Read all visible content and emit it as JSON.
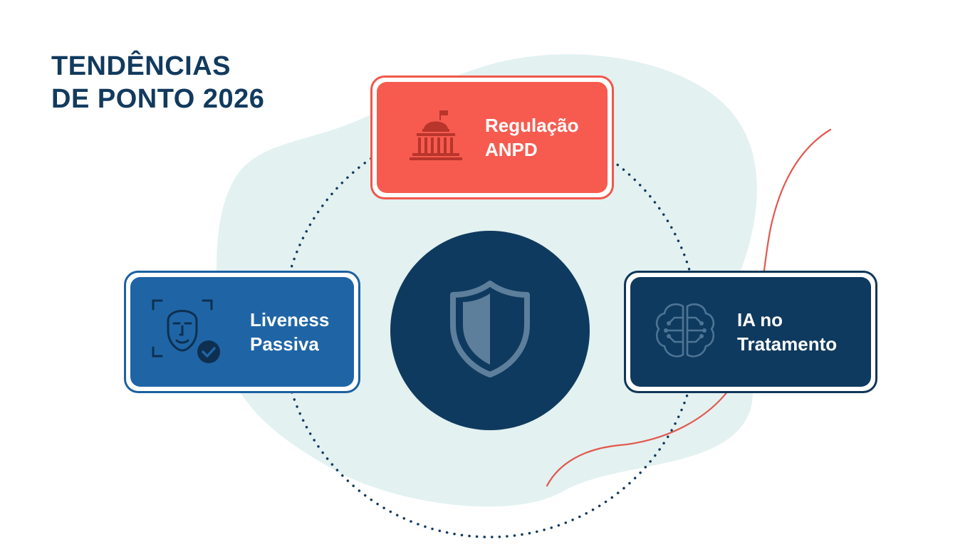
{
  "title": {
    "line1": "TENDÊNCIAS",
    "line2": "DE PONTO 2026"
  },
  "nodes": {
    "regulacao": {
      "line1": "Regulação",
      "line2": "ANPD",
      "icon": "government-building-icon",
      "color": "#f75b50"
    },
    "liveness": {
      "line1": "Liveness",
      "line2": "Passiva",
      "icon": "face-scan-check-icon",
      "color": "#1f65a6"
    },
    "ia": {
      "line1": "IA no",
      "line2": "Tratamento",
      "icon": "brain-circuit-icon",
      "color": "#0f3a5f"
    }
  },
  "center": {
    "icon": "shield-icon",
    "color": "#0f3a5f"
  },
  "colors": {
    "title": "#123a5e",
    "blob": "#e3f1f1",
    "dotted_ring": "#123a5e",
    "accent_curve": "#e2584d"
  }
}
